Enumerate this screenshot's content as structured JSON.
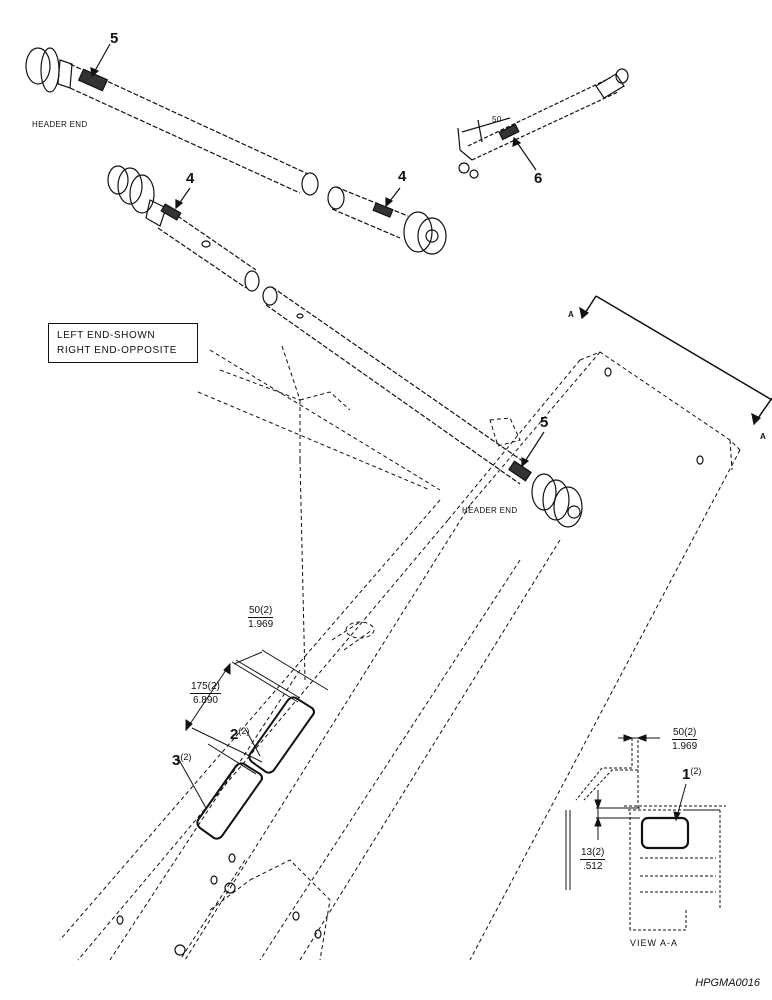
{
  "callouts": {
    "c5_top": "5",
    "c4_left": "4",
    "c4_right": "4",
    "c6": "6",
    "c5_lower": "5",
    "c2": "2",
    "c2_qty": "(2)",
    "c3": "3",
    "c3_qty": "(2)",
    "c1": "1",
    "c1_qty": "(2)"
  },
  "labels": {
    "header_end_top": "HEADER END",
    "header_end_lower": "HEADER END",
    "dim_50_inset": "50",
    "section_a_top": "A",
    "section_a_bottom": "A",
    "view_title": "VIEW  A-A",
    "figure_id": "HPGMA0016"
  },
  "note": {
    "line1": "LEFT END-SHOWN",
    "line2": "RIGHT END-OPPOSITE"
  },
  "dimensions": {
    "d50_main": {
      "mm": "50(2)",
      "in": "1.969"
    },
    "d175": {
      "mm": "175(2)",
      "in": "6.890"
    },
    "d50_view": {
      "mm": "50(2)",
      "in": "1.969"
    },
    "d13_view": {
      "mm": "13(2)",
      "in": ".512"
    }
  }
}
